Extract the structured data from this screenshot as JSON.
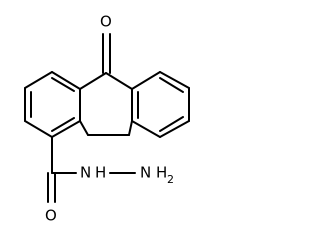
{
  "atoms": {
    "ketone_oxygen": "O",
    "carbonyl_oxygen": "O",
    "amide_nitrogen": "N",
    "hydrazine_hydrogen": "H",
    "terminal_nitrogen": "N",
    "terminal_hydrogen": "H",
    "terminal_hydrogen_count": "2"
  }
}
